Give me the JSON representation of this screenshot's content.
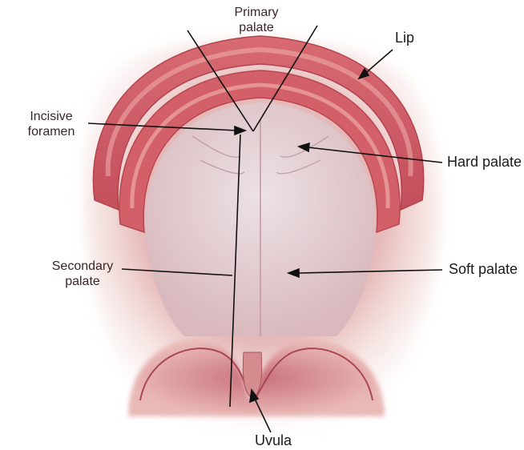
{
  "figure": {
    "labels": {
      "primary_palate": [
        "Primary",
        "palate"
      ],
      "lip": "Lip",
      "incisive_foramen": [
        "Incisive",
        "foramen"
      ],
      "hard_palate": "Hard palate",
      "secondary_palate": [
        "Secondary",
        "palate"
      ],
      "soft_palate": "Soft palate",
      "uvula": "Uvula"
    },
    "colors": {
      "tissue_dark": "#c85560",
      "tissue_mid": "#e08a8a",
      "tissue_light": "#f2c4c0",
      "palate_pale": "#dcc7cc",
      "line": "#111111",
      "text": "#3a2528"
    }
  }
}
